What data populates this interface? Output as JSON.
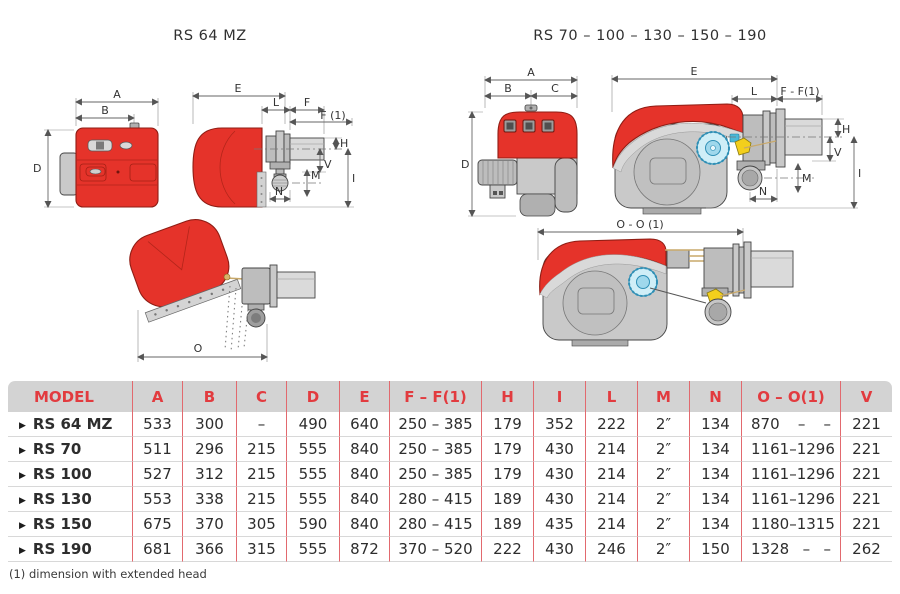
{
  "page": {
    "footnote": "(1) dimension with extended head"
  },
  "diagrams": {
    "left": {
      "title": "RS 64 MZ"
    },
    "right": {
      "title": "RS 70 – 100 – 130 – 150 – 190"
    },
    "dim_labels": {
      "A": "A",
      "B": "B",
      "C": "C",
      "D": "D",
      "E": "E",
      "F": "F",
      "F1": "F (1)",
      "FF1": "F - F(1)",
      "H": "H",
      "I": "I",
      "L": "L",
      "M": "M",
      "N": "N",
      "O": "O",
      "OO1": "O - O (1)",
      "V": "V"
    }
  },
  "table": {
    "headers": [
      "MODEL",
      "A",
      "B",
      "C",
      "D",
      "E",
      "F – F(1)",
      "H",
      "I",
      "L",
      "M",
      "N",
      "O – O(1)",
      "V"
    ],
    "row_marker": "▶",
    "rows": [
      {
        "model": "RS 64 MZ",
        "a": "533",
        "b": "300",
        "c": "–",
        "d": "490",
        "e": "640",
        "f": "250 – 385",
        "h": "179",
        "i": "352",
        "l": "222",
        "m": "2″",
        "n": "134",
        "o": [
          "870",
          "–",
          "–"
        ],
        "v": "221"
      },
      {
        "model": "RS 70",
        "a": "511",
        "b": "296",
        "c": "215",
        "d": "555",
        "e": "840",
        "f": "250 – 385",
        "h": "179",
        "i": "430",
        "l": "214",
        "m": "2″",
        "n": "134",
        "o": [
          "1161",
          "–",
          "1296"
        ],
        "v": "221"
      },
      {
        "model": "RS 100",
        "a": "527",
        "b": "312",
        "c": "215",
        "d": "555",
        "e": "840",
        "f": "250 – 385",
        "h": "179",
        "i": "430",
        "l": "214",
        "m": "2″",
        "n": "134",
        "o": [
          "1161",
          "–",
          "1296"
        ],
        "v": "221"
      },
      {
        "model": "RS 130",
        "a": "553",
        "b": "338",
        "c": "215",
        "d": "555",
        "e": "840",
        "f": "280 – 415",
        "h": "189",
        "i": "430",
        "l": "214",
        "m": "2″",
        "n": "134",
        "o": [
          "1161",
          "–",
          "1296"
        ],
        "v": "221"
      },
      {
        "model": "RS 150",
        "a": "675",
        "b": "370",
        "c": "305",
        "d": "590",
        "e": "840",
        "f": "280 – 415",
        "h": "189",
        "i": "435",
        "l": "214",
        "m": "2″",
        "n": "134",
        "o": [
          "1180",
          "–",
          "1315"
        ],
        "v": "221"
      },
      {
        "model": "RS 190",
        "a": "681",
        "b": "366",
        "c": "315",
        "d": "555",
        "e": "872",
        "f": "370 – 520",
        "h": "222",
        "i": "430",
        "l": "246",
        "m": "2″",
        "n": "150",
        "o": [
          "1328",
          "–",
          "–"
        ],
        "v": "262"
      }
    ]
  }
}
